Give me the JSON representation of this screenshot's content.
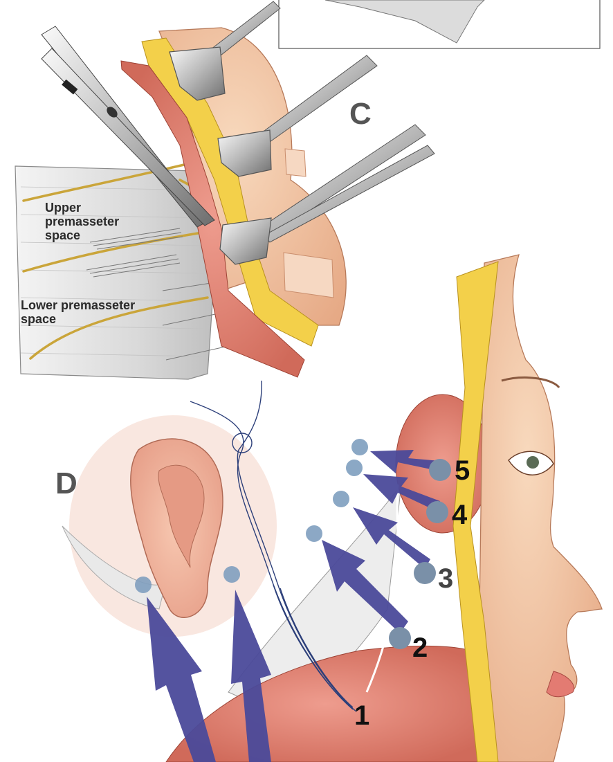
{
  "panels": {
    "c_label": "C",
    "d_label": "D"
  },
  "labels": {
    "upper_space": "Upper\npremasseter\nspace",
    "lower_space": "Lower premasseter\nspace"
  },
  "suture_points": [
    "1",
    "2",
    "3",
    "4",
    "5"
  ],
  "colors": {
    "arrow": "#4b4a9a",
    "point": "#7f9fbf",
    "muscle": "#d46a5a",
    "fat": "#f3d04a",
    "skin": "#f2c9a6",
    "nerve": "#caa53a"
  }
}
